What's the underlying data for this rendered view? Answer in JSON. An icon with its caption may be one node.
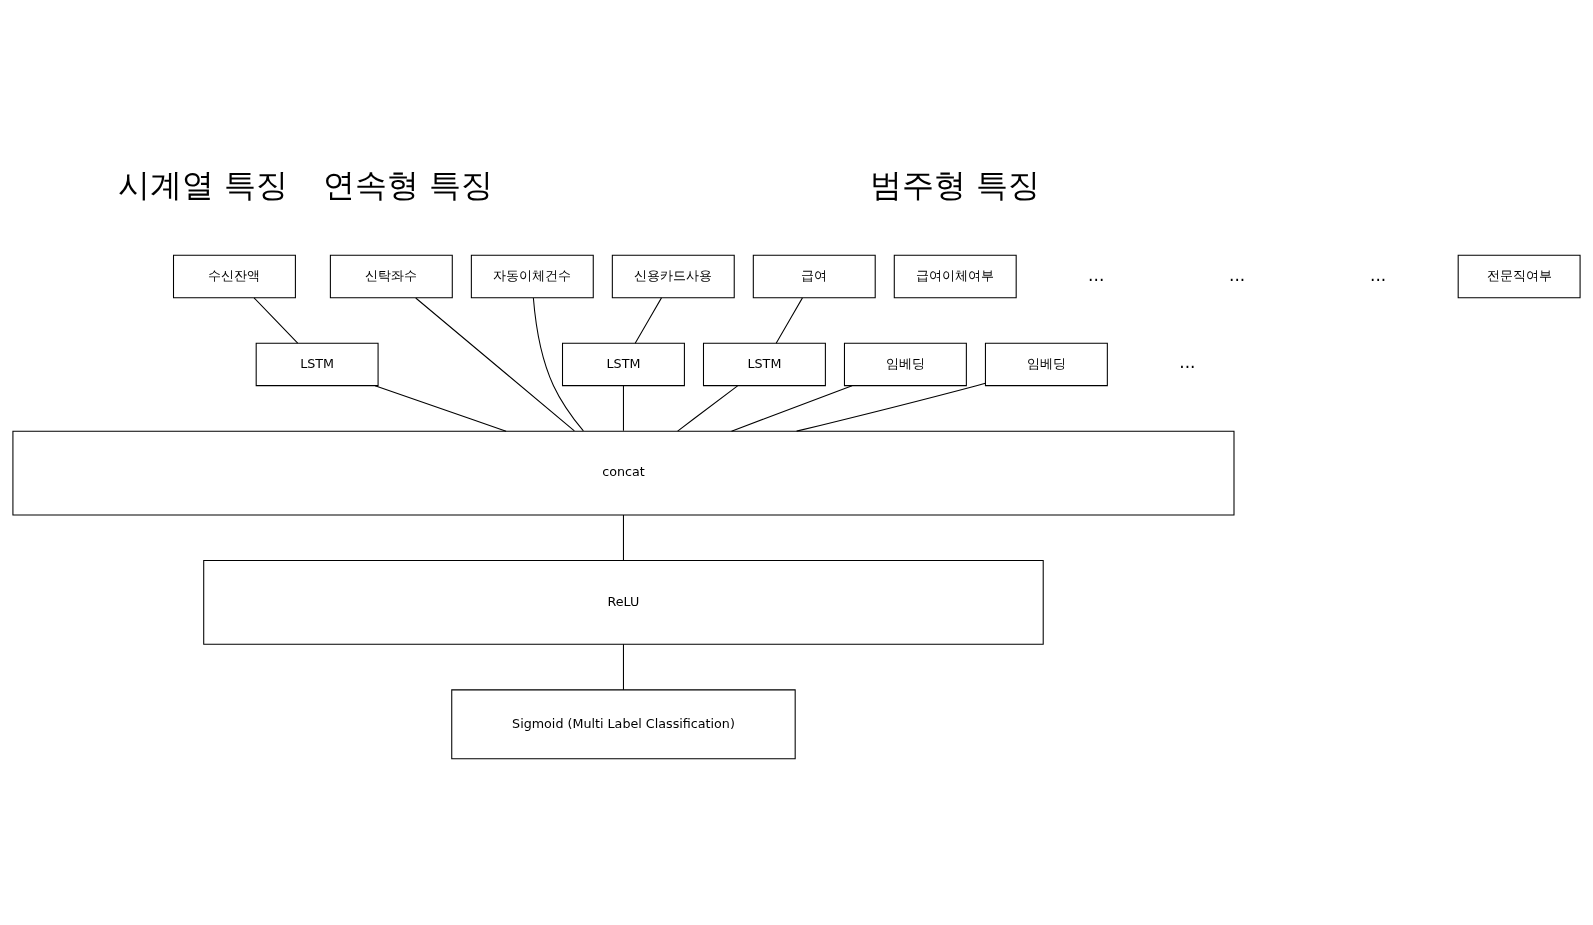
{
  "diagram": {
    "nodes": [
      {
        "text": [
          "수신잔액"
        ]
      },
      {
        "text": [
          "신용카드사용"
        ]
      },
      {
        "text": [
          "급여"
        ]
      },
      {
        "text": [
          "신탁좌수"
        ]
      },
      {
        "text": [
          "자동이체건수"
        ]
      },
      {
        "text": [
          "전문직여부"
        ]
      },
      {
        "text": [
          "급여이체여부"
        ]
      },
      {
        "text": [
          "LSTM"
        ]
      },
      {
        "text": [
          "LSTM"
        ]
      },
      {
        "text": [
          "LSTM"
        ]
      },
      {
        "text": [
          "임베딩"
        ]
      },
      {
        "text": [
          "임베딩"
        ]
      },
      {
        "text": [
          "concat"
        ]
      },
      {
        "text": [
          "ReLU"
        ]
      },
      {
        "text": [
          "Sigmoid (Multi Label Classification)"
        ]
      }
    ],
    "edges": [
      {
        "from": 0,
        "to": 7,
        "arrow": "none"
      },
      {
        "from": 1,
        "to": 8,
        "arrow": "none"
      },
      {
        "from": 2,
        "to": 9,
        "arrow": "none"
      },
      {
        "from": 7,
        "to": 12,
        "arrow": "none"
      },
      {
        "from": 8,
        "to": 12,
        "arrow": "none"
      },
      {
        "from": 9,
        "to": 12,
        "arrow": "none"
      },
      {
        "from": 3,
        "to": 12,
        "arrow": "none"
      },
      {
        "from": 4,
        "to": 12,
        "arrow": "none"
      },
      {
        "from": 10,
        "to": 12,
        "arrow": "none"
      },
      {
        "from": 11,
        "to": 12,
        "arrow": "none"
      },
      {
        "from": 12,
        "to": 13,
        "arrow": "none"
      },
      {
        "from": 13,
        "to": 14,
        "arrow": "none"
      }
    ],
    "labels": [
      "시계열 특징",
      "연속형 특징",
      "범주형 특징",
      "...",
      "...",
      "...",
      "..."
    ]
  }
}
